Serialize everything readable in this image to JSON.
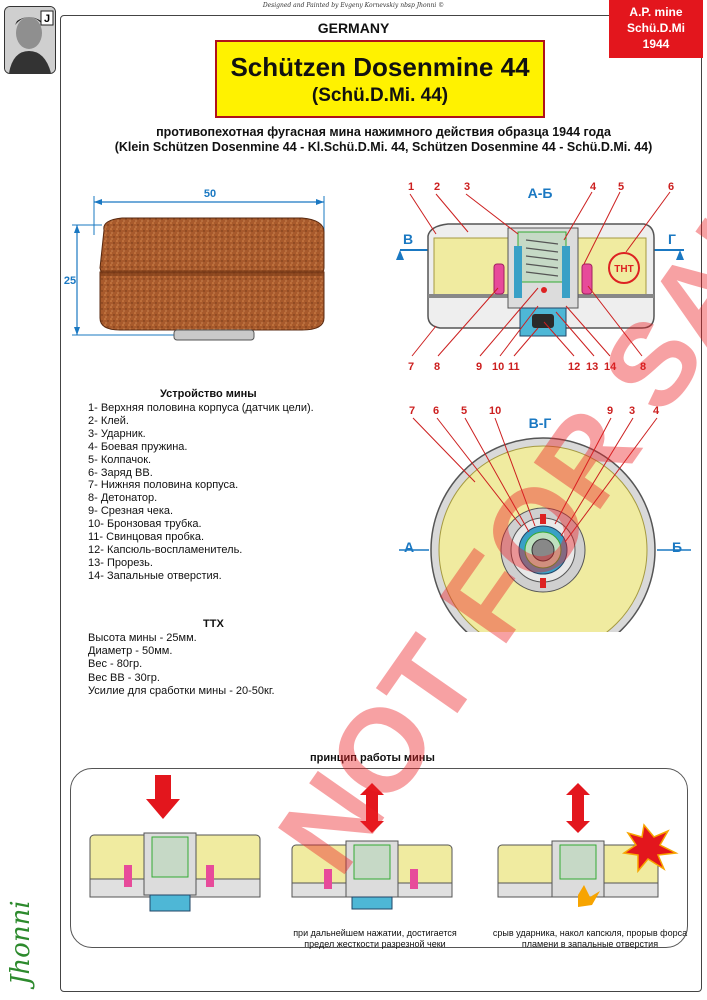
{
  "credit": "Designed and Painted by Evgeny Kornevskiy  nbsp  Jhonni  ©",
  "portrait_letter": "J",
  "tag": {
    "line1": "A.P. mine",
    "line2": "Schü.D.Mi",
    "line3": "1944"
  },
  "country": "GERMANY",
  "title": {
    "main": "Schützen Dosenmine 44",
    "sub": "(Schü.D.Mi. 44)"
  },
  "subtitle": {
    "line1": "противопехотная фугасная мина нажимного действия образца 1944 года",
    "line2": "(Klein Schützen Dosenmine 44 - Kl.Schü.D.Mi. 44, Schützen Dosenmine 44 - Schü.D.Mi. 44)"
  },
  "dims": {
    "width": "50",
    "height": "25"
  },
  "section_ab": {
    "title": "А-Б",
    "left_cut": "В",
    "right_cut": "Г",
    "tnt": "ТНТ",
    "top_labels": [
      "1",
      "2",
      "3",
      "4",
      "5",
      "6"
    ],
    "bottom_labels": [
      "7",
      "8",
      "9",
      "10",
      "11",
      "12",
      "13",
      "14",
      "8"
    ]
  },
  "section_vg": {
    "title": "В-Г",
    "left_cut": "А",
    "right_cut": "Б",
    "top_labels": [
      "7",
      "6",
      "5",
      "10",
      "9",
      "3",
      "4"
    ]
  },
  "device": {
    "heading": "Устройство мины",
    "items": [
      "1- Верхняя половина корпуса (датчик цели).",
      "2- Клей.",
      "3- Ударник.",
      "4- Боевая пружина.",
      "5- Колпачок.",
      "6- Заряд ВВ.",
      "7- Нижняя половина корпуса.",
      "8- Детонатор.",
      "9- Срезная чека.",
      "10- Бронзовая трубка.",
      "11- Свинцовая пробка.",
      "12- Капсюль-воспламенитель.",
      "13- Прорезь.",
      "14- Запальные отверстия."
    ]
  },
  "ttx": {
    "heading": "ТТХ",
    "items": [
      "Высота мины - 25мм.",
      "Диаметр - 50мм.",
      "Вес - 80гр.",
      "Вес ВВ - 30гр.",
      "Усилие для сработки мины - 20-50кг."
    ]
  },
  "principle": {
    "heading": "принцип работы мины",
    "caption2": "при дальнейшем нажатии, достигается предел жесткости разрезной чеки",
    "caption3": "срыв ударника, накол капсюля, прорыв форса пламени в запальные отверстия"
  },
  "watermark": "NOT FOR SALE",
  "signature": "Jhonni",
  "colors": {
    "accent_red": "#e3161d",
    "title_yellow": "#fff200",
    "label_red": "#cc1f1f",
    "dim_blue": "#1a78c2",
    "charge": "#f0eba0",
    "body_rust": "#a85a2c"
  }
}
